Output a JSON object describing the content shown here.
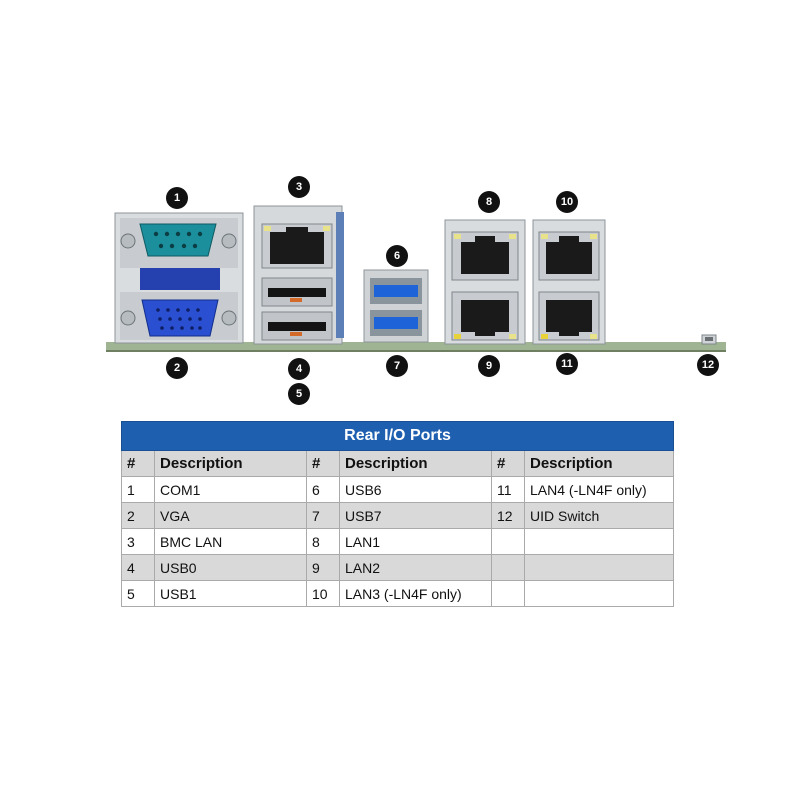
{
  "callouts": [
    "1",
    "2",
    "3",
    "4",
    "5",
    "6",
    "7",
    "8",
    "9",
    "10",
    "11",
    "12"
  ],
  "table": {
    "title": "Rear I/O Ports",
    "col_num": "#",
    "col_desc": "Description",
    "rows": [
      [
        {
          "n": "1",
          "d": "COM1"
        },
        {
          "n": "6",
          "d": "USB6"
        },
        {
          "n": "11",
          "d": "LAN4 (-LN4F only)"
        }
      ],
      [
        {
          "n": "2",
          "d": "VGA"
        },
        {
          "n": "7",
          "d": "USB7"
        },
        {
          "n": "12",
          "d": "UID Switch"
        }
      ],
      [
        {
          "n": "3",
          "d": "BMC LAN"
        },
        {
          "n": "8",
          "d": "LAN1"
        },
        {
          "n": "",
          "d": ""
        }
      ],
      [
        {
          "n": "4",
          "d": "USB0"
        },
        {
          "n": "9",
          "d": "LAN2"
        },
        {
          "n": "",
          "d": ""
        }
      ],
      [
        {
          "n": "5",
          "d": "USB1"
        },
        {
          "n": "10",
          "d": "LAN3 (-LN4F only)"
        },
        {
          "n": "",
          "d": ""
        }
      ]
    ]
  },
  "colors": {
    "header_blue": "#1f5fb0",
    "com_teal": "#1c8f9c",
    "vga_blue": "#2a4fd0",
    "usb3_blue": "#1f63d8",
    "pcb_green": "#9fb492"
  }
}
